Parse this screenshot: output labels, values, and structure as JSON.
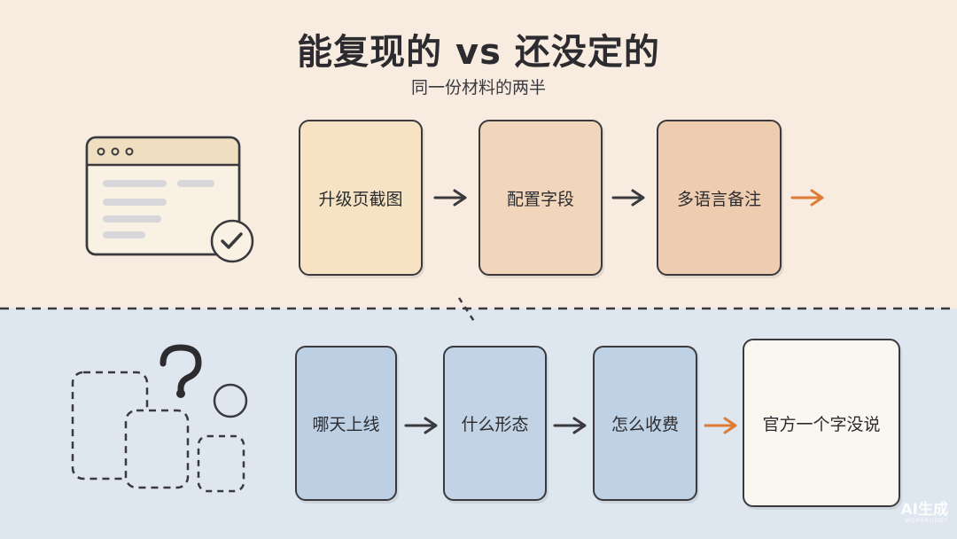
{
  "header": {
    "title": "能复现的 vs 还没定的",
    "subtitle": "同一份材料的两半"
  },
  "top_flow": {
    "steps": [
      {
        "label": "升级页截图",
        "fill": "#f5e3c4"
      },
      {
        "label": "配置字段",
        "fill": "#f1d6bb"
      },
      {
        "label": "多语言备注",
        "fill": "#eeccb0"
      }
    ],
    "arrow_color": "#3a3a3e",
    "end_arrow_color": "#e07b35"
  },
  "bottom_flow": {
    "steps": [
      {
        "label": "哪天上线",
        "fill": "#bccfe3"
      },
      {
        "label": "什么形态",
        "fill": "#c1d3e5"
      },
      {
        "label": "怎么收费",
        "fill": "#bfd1e4"
      },
      {
        "label": "官方一个字没说",
        "fill": "#faf7f0"
      }
    ],
    "arrow_color": "#3a3a3e",
    "end_arrow_color": "#e07b35"
  },
  "icons": {
    "top": "browser-window-check-icon",
    "bottom": "uncertain-shapes-question-icon"
  },
  "watermark": {
    "main": "AI生成",
    "sub": "WORKBUDDY"
  }
}
